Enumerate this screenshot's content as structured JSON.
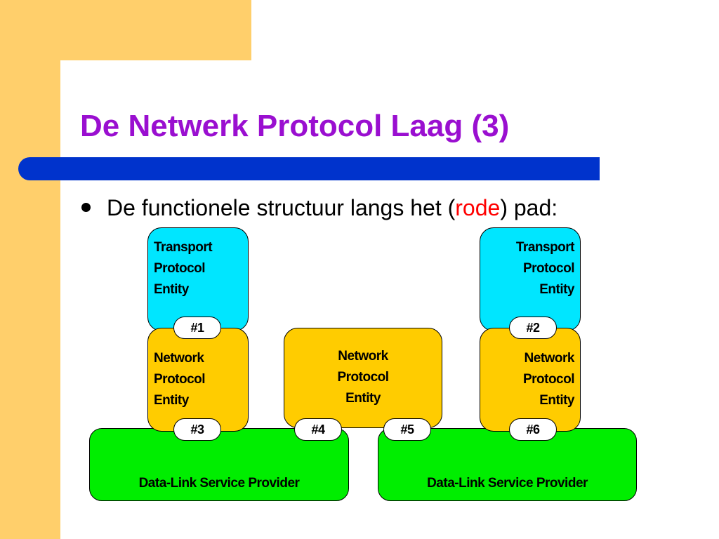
{
  "slide": {
    "title": "De Netwerk Protocol Laag (3)",
    "bullet": {
      "before": "De functionele structuur langs het (",
      "highlight": "rode",
      "after": ") pad:"
    }
  },
  "diagram": {
    "transport_left": [
      "Transport",
      "Protocol",
      "Entity"
    ],
    "transport_right": [
      "Transport",
      "Protocol",
      "Entity"
    ],
    "network_left": [
      "Network",
      "Protocol",
      "Entity"
    ],
    "network_middle": [
      "Network",
      "Protocol",
      "Entity"
    ],
    "network_right": [
      "Network",
      "Protocol",
      "Entity"
    ],
    "saps": {
      "s1": "#1",
      "s2": "#2",
      "s3": "#3",
      "s4": "#4",
      "s5": "#5",
      "s6": "#6"
    },
    "datalink_left": "Data-Link Service Provider",
    "datalink_right": "Data-Link Service Provider"
  },
  "colors": {
    "title": "#9a0fd0",
    "accent_bar": "#0033cc",
    "highlight": "#ff0000",
    "transport": "#00e6ff",
    "network": "#ffcc00",
    "datalink": "#00ee00",
    "background_accent": "#ffcf6b"
  }
}
